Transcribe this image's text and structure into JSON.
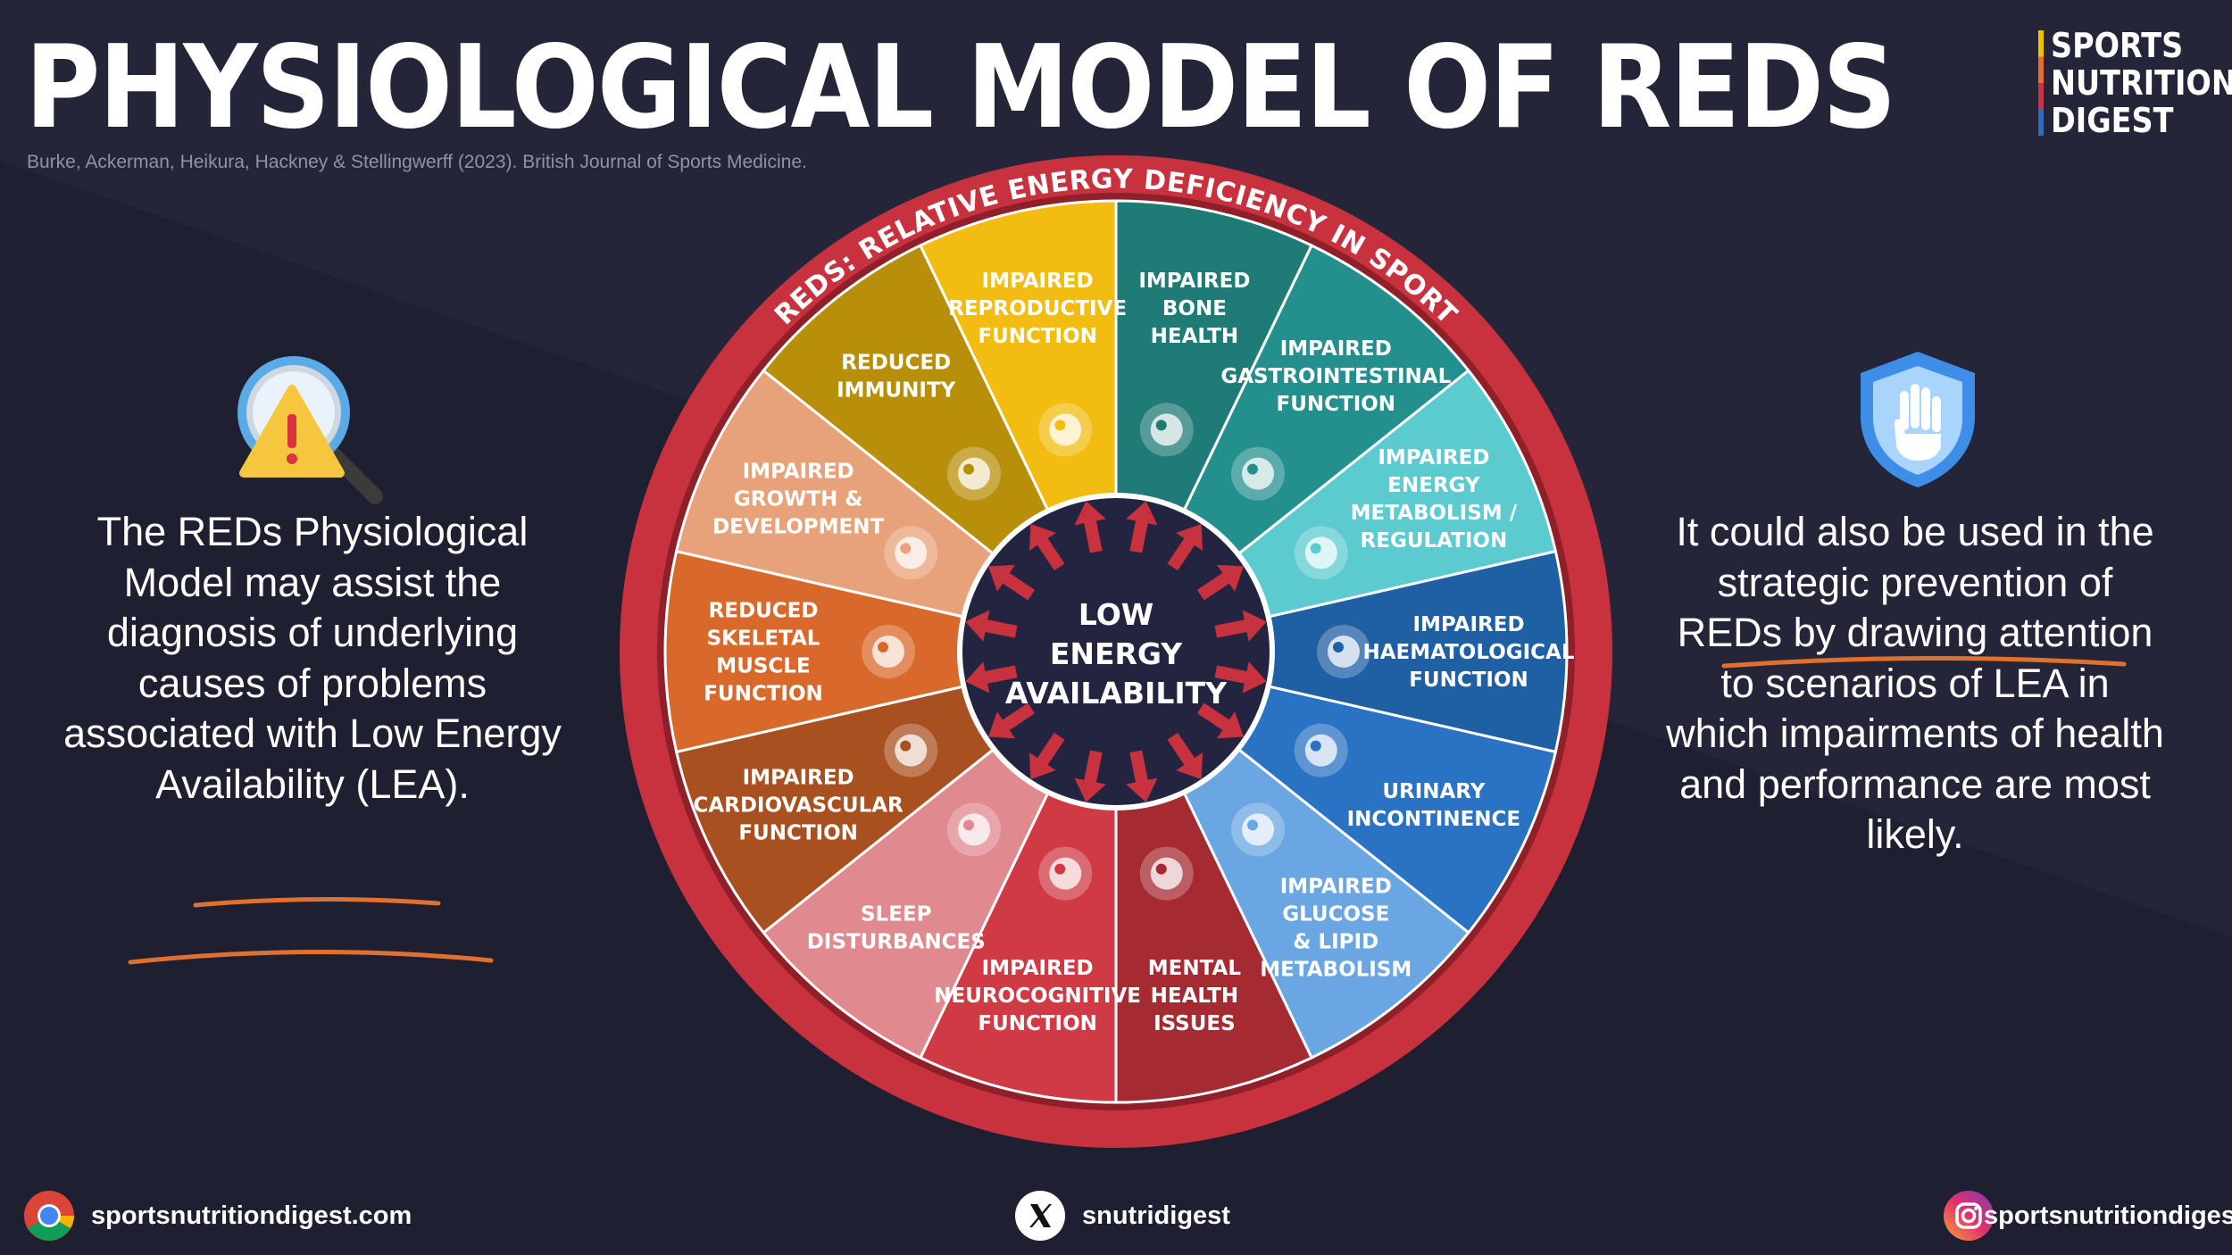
{
  "header": {
    "title": "PHYSIOLOGICAL MODEL OF REDS",
    "citation": "Burke, Ackerman, Heikura, Hackney & Stellingwerff (2023). British Journal of Sports Medicine."
  },
  "brand": {
    "lines": [
      "SPORTS",
      "NUTRITION",
      "DIGEST"
    ]
  },
  "wheel": {
    "ring_title": "REDS: RELATIVE ENERGY DEFICIENCY IN SPORT",
    "center_lines": [
      "LOW",
      "ENERGY",
      "AVAILABILITY"
    ],
    "segments": [
      {
        "lines": [
          "IMPAIRED",
          "BONE",
          "HEALTH"
        ],
        "color": "#1f7b76",
        "icon": "bone-icon"
      },
      {
        "lines": [
          "IMPAIRED",
          "GASTROINTESTINAL",
          "FUNCTION"
        ],
        "color": "#24908e",
        "icon": "intestine-icon"
      },
      {
        "lines": [
          "IMPAIRED",
          "ENERGY",
          "METABOLISM /",
          "REGULATION"
        ],
        "color": "#5ccbd0",
        "icon": "liver-icon"
      },
      {
        "lines": [
          "IMPAIRED",
          "HAEMATOLOGICAL",
          "FUNCTION"
        ],
        "color": "#1f5fa3",
        "icon": "blood-cells-icon"
      },
      {
        "lines": [
          "URINARY",
          "INCONTINENCE"
        ],
        "color": "#2a72c4",
        "icon": "kidney-icon"
      },
      {
        "lines": [
          "IMPAIRED",
          "GLUCOSE",
          "& LIPID",
          "METABOLISM"
        ],
        "color": "#6aa6e2",
        "icon": "pancreas-icon"
      },
      {
        "lines": [
          "MENTAL",
          "HEALTH",
          "ISSUES"
        ],
        "color": "#a52a32",
        "icon": "head-brain-icon"
      },
      {
        "lines": [
          "IMPAIRED",
          "NEUROCOGNITIVE",
          "FUNCTION"
        ],
        "color": "#cf3a44",
        "icon": "brain-icon"
      },
      {
        "lines": [
          "SLEEP",
          "DISTURBANCES"
        ],
        "color": "#e0898e",
        "icon": "sleep-moon-icon"
      },
      {
        "lines": [
          "IMPAIRED",
          "CARDIOVASCULAR",
          "FUNCTION"
        ],
        "color": "#a8501f",
        "icon": "heart-icon"
      },
      {
        "lines": [
          "REDUCED",
          "SKELETAL",
          "MUSCLE",
          "FUNCTION"
        ],
        "color": "#d9692a",
        "icon": "muscle-arm-icon"
      },
      {
        "lines": [
          "IMPAIRED",
          "GROWTH &",
          "DEVELOPMENT"
        ],
        "color": "#e8a27a",
        "icon": "height-measure-icon"
      },
      {
        "lines": [
          "REDUCED",
          "IMMUNITY"
        ],
        "color": "#b88f0a",
        "icon": "immunity-shield-icon"
      },
      {
        "lines": [
          "IMPAIRED",
          "REPRODUCTIVE",
          "FUNCTION"
        ],
        "color": "#f2bd10",
        "icon": "uterus-icon"
      }
    ]
  },
  "left_panel": {
    "icon": "warning-magnifier-icon",
    "text_plain": "The REDs Physiological Model may assist the diagnosis of underlying causes of problems associated with",
    "text_highlight": "Low Energy Availability (LEA)."
  },
  "right_panel": {
    "icon": "shield-hand-icon",
    "text_before": "It could also be used in the",
    "text_highlight": "strategic prevention",
    "text_after": "of REDs by drawing attention to scenarios of LEA in which impairments of health and performance are most likely."
  },
  "footer": {
    "website": "sportsnutritiondigest.com",
    "x_handle": "snutridigest",
    "instagram": "sportsnutritiondigest"
  },
  "colors": {
    "background": "#242538",
    "ring": "#c8313e",
    "center": "#232540",
    "arrow": "#c8313e",
    "underline": "#e0702e"
  }
}
